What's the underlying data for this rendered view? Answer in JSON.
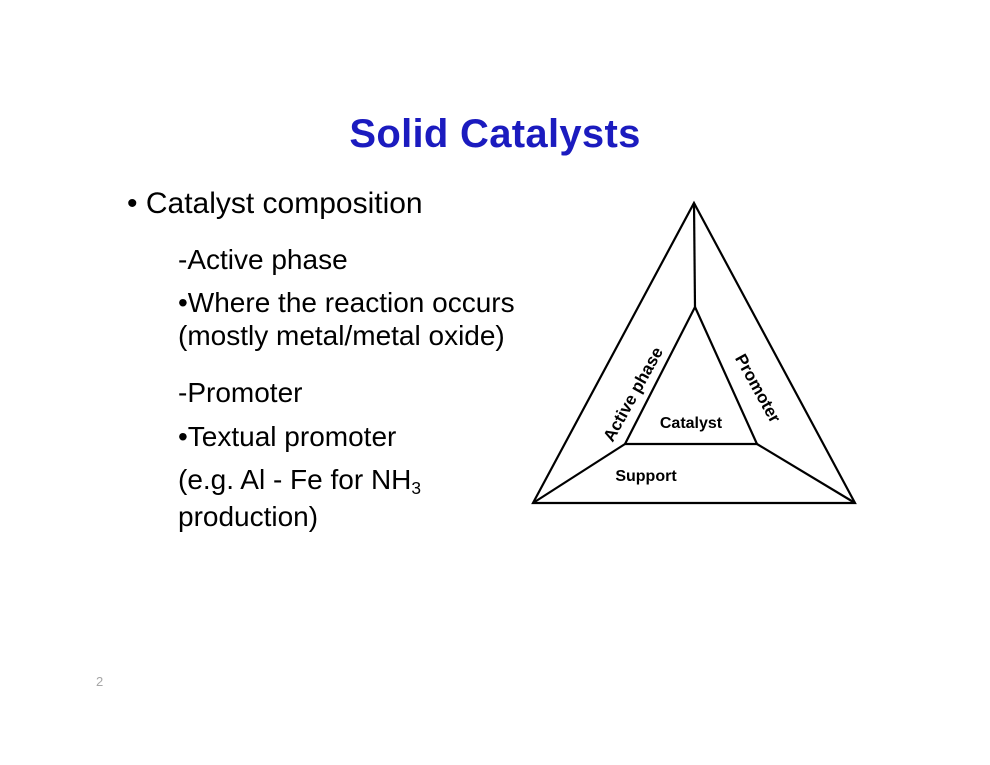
{
  "slide": {
    "title": "Solid Catalysts",
    "title_color": "#1b1bbf",
    "background_color": "#ffffff",
    "page_number": "2"
  },
  "body": {
    "bullet_main": "• Catalyst composition",
    "items": [
      {
        "text": "-Active phase"
      },
      {
        "text": "•Where the reaction occurs (mostly metal/metal oxide)"
      },
      {
        "text": "-Promoter"
      },
      {
        "text": "•Textual promoter"
      }
    ],
    "formula_line": {
      "prefix": " (e.g. Al - Fe for NH",
      "subscript": "3",
      "suffix": ""
    },
    "formula_tail": "production)"
  },
  "diagram": {
    "name": "catalyst-composition-triangle",
    "labels": {
      "active_phase": "Active phase",
      "promoter": "Promoter",
      "catalyst": "Catalyst",
      "support": "Support"
    },
    "stroke_color": "#000000"
  }
}
